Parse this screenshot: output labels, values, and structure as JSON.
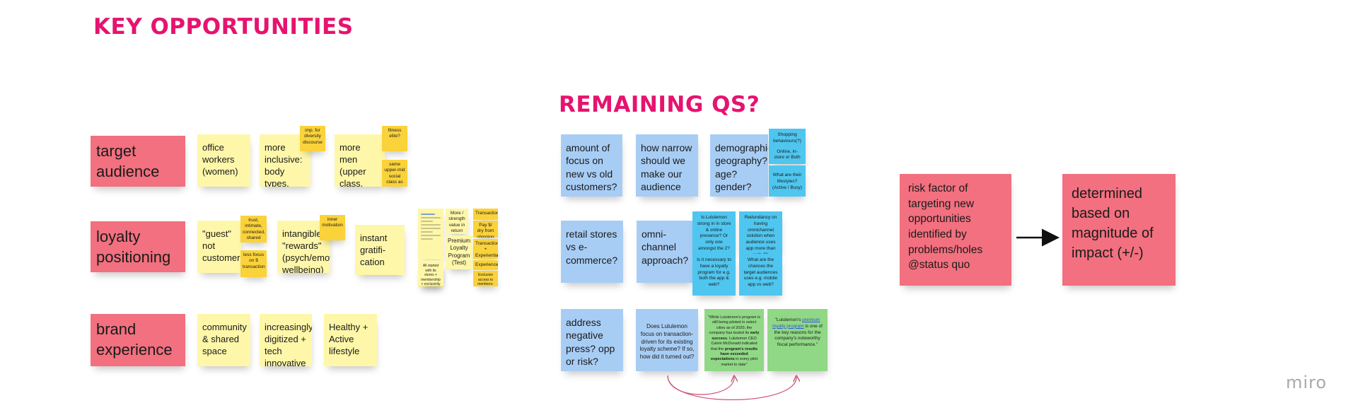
{
  "board": {
    "key_opportunities_title": "KEY OPPORTUNITIES",
    "remaining_qs_title": "REMAINING QS?",
    "logo_text": "miro",
    "colors": {
      "heading": "#e6136f",
      "pink": "#f2707f",
      "yellow": "#fef7a9",
      "gold": "#fad23a",
      "blue": "#a8cdf5",
      "cyan": "#4fc6ef",
      "green": "#90d885"
    }
  },
  "opportunities": {
    "target": {
      "label": "target audience",
      "office": "office workers (women)",
      "inclusive": "more inclusive: body types, race & sizes",
      "imp": "imp. for diversity discourse",
      "men": "more men (upper class, fitness elite?)",
      "fitness_elite": "fitness elite?",
      "same_class": "same upper-mid social class as women"
    },
    "loyalty": {
      "label": "loyalty positioning",
      "guest": "\"guest\" not customer",
      "trust": "trust, intimate, connected, shared",
      "less_focus": "less focus on $ transaction",
      "intangible": "intangible \"rewards\" (psych/emot wellbeing)",
      "inner": "inner motivation",
      "instant": "instant gratifi-cation",
      "more_strength": "More / strength value in return for the cost paid",
      "transactional": "Transactional",
      "pay": "Pay $/ dry from shipping Pair of pants etc",
      "premium": "Premium Loyalty Program (Test)",
      "trans_exp": "Transactional + Experiential Benefits",
      "experiences": "Experiences",
      "exclusive": "Exclusive access to members-only Workshops + community of people",
      "all_started": "All started with its stores + membership + exclusivity"
    },
    "brand": {
      "label": "brand experience",
      "community": "community & shared space",
      "digitized": "increasingly digitized + tech innovative",
      "healthy": "Healthy + Active lifestyle"
    }
  },
  "questions": {
    "row1": {
      "focus": "amount of focus on new vs old customers?",
      "narrow": "how narrow should we make our audience scope?",
      "demo": "demographic? geography? age? gender?",
      "shopping": "Shopping behaviours(?)",
      "online": "Online, in-store or Both",
      "lifestyles": "What are their lifestyles? (Active / Busy)"
    },
    "row2": {
      "retail": "retail stores vs e-commerce?",
      "omni": "omni-channel approach?",
      "strong": "Is Lululemon strong in in store & online presence? Or only one amongst the 2?",
      "redundancy": "Redundancy on having omnichannel solution when audience uses app more than web (?)",
      "necessary": "Is it necessary to have a loyalty program for e.g. both the app & web?",
      "chances": "What are the chances the target audiences uses e.g. mobile app vs web?"
    },
    "row3": {
      "address": "address negative press? opp or risk?",
      "does": "Does Lululemon focus on transaction-driven for its existing loyalty scheme? If so, how did it turned out?",
      "quote1_a": "\"While Lululemon's program is still being piloted in select cities as of 2020, the company has touted its ",
      "quote1_b": "early success",
      "quote1_c": ". Lululemon CEO Calvin McDonald indicated that the ",
      "quote1_d": "program's results have exceeded expectations",
      "quote1_e": " in every pilot market to date\"",
      "quote2_a": "\"Lululemon's ",
      "quote2_link": "premium loyalty program",
      "quote2_b": " is one of the key reasons for the company's noteworthy fiscal performance.\""
    }
  },
  "risk": {
    "factor": "risk factor of targeting new opportunities identified by problems/holes @status quo",
    "determined": "determined based on magnitude of impact (+/-)"
  }
}
